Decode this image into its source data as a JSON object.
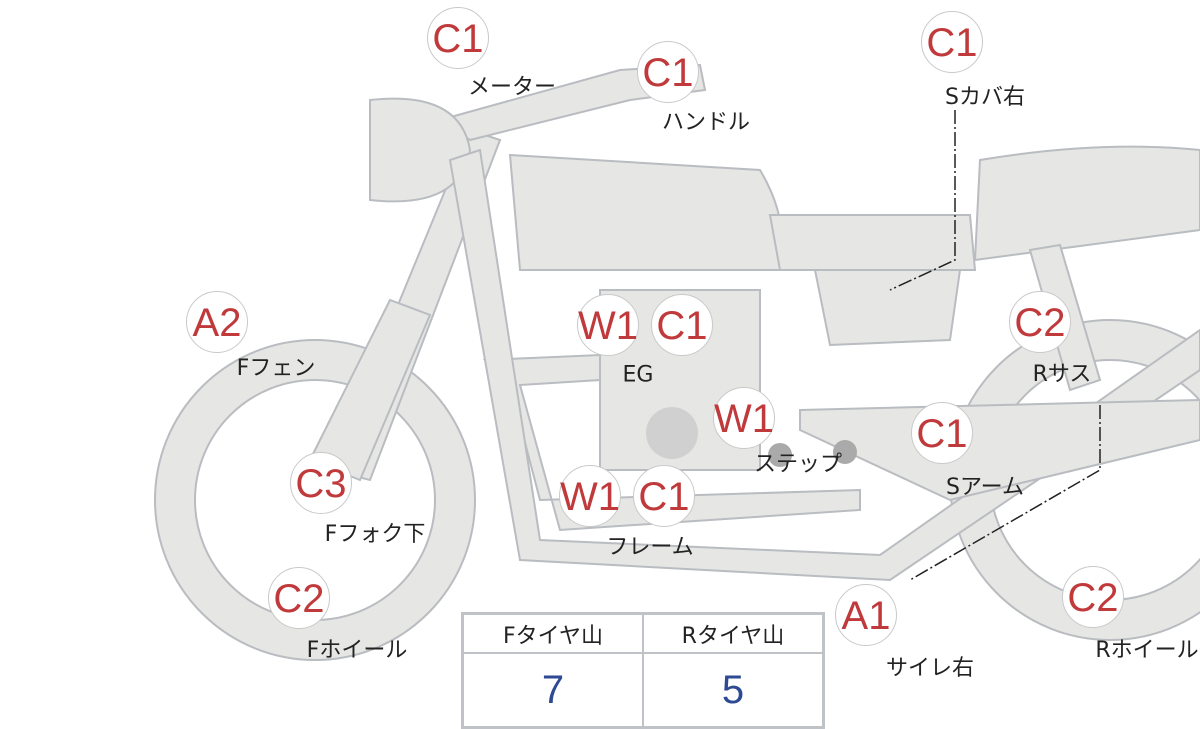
{
  "colors": {
    "badge_text": "#c0393b",
    "body_fill": "#e6e6e4",
    "value_text": "#2d4a93"
  },
  "parts": [
    {
      "code": "C1",
      "label": "メーター"
    },
    {
      "code": "C1",
      "label": "ハンドル"
    },
    {
      "code": "C1",
      "label": "Sカバ右"
    },
    {
      "code": "A2",
      "label": "Fフェン"
    },
    {
      "codes": [
        "W1",
        "C1"
      ],
      "label": "EG"
    },
    {
      "code": "C2",
      "label": "Rサス"
    },
    {
      "code": "W1",
      "label": "ステップ"
    },
    {
      "code": "C1",
      "label": "Sアーム"
    },
    {
      "code": "C3",
      "label": "Fフォク下"
    },
    {
      "codes": [
        "W1",
        "C1"
      ],
      "label": "フレーム"
    },
    {
      "code": "C2",
      "label": "Fホイール"
    },
    {
      "code": "A1",
      "label": "サイレ右"
    },
    {
      "code": "C2",
      "label": "Rホイール"
    }
  ],
  "tire_table": {
    "headers": [
      "Fタイヤ山",
      "Rタイヤ山"
    ],
    "values": [
      "7",
      "5"
    ]
  }
}
